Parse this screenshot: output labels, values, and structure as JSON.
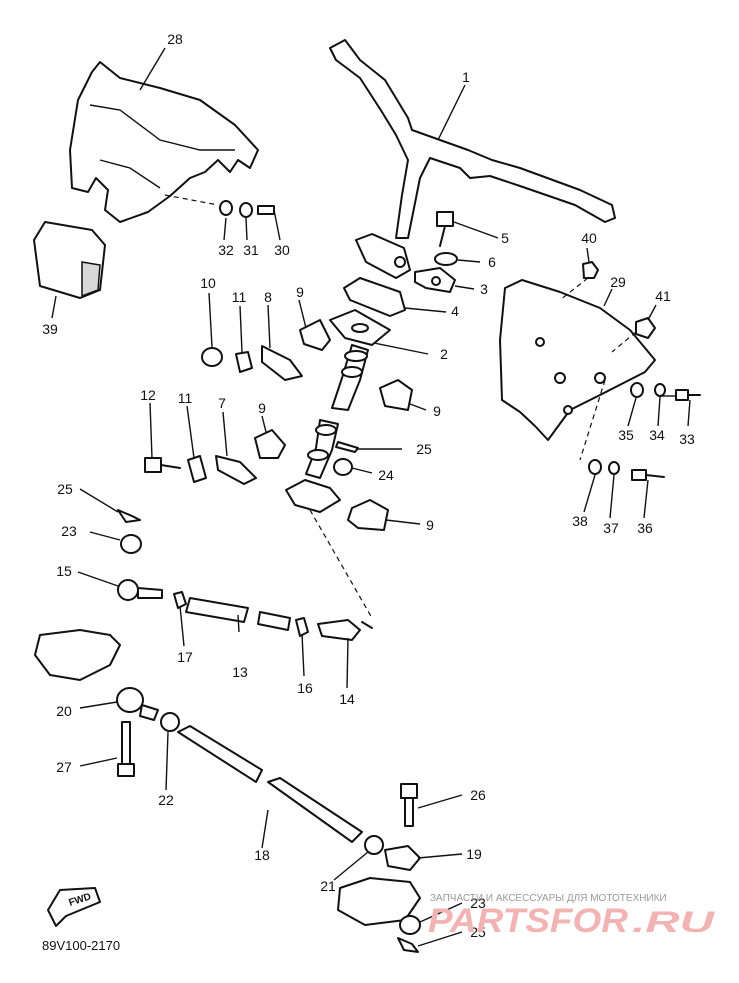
{
  "diagram": {
    "reference_code": "89V100-2170",
    "direction_label": "FWD",
    "watermark": {
      "caption": "ЗАПЧАСТИ И АКСЕССУАРЫ ДЛЯ МОТОТЕХНИКИ",
      "brand": "PARTSFOR",
      "tld": ".RU"
    },
    "callouts": [
      {
        "id": "c28",
        "label": "28"
      },
      {
        "id": "c1",
        "label": "1"
      },
      {
        "id": "c32",
        "label": "32"
      },
      {
        "id": "c31",
        "label": "31"
      },
      {
        "id": "c30",
        "label": "30"
      },
      {
        "id": "c5",
        "label": "5"
      },
      {
        "id": "c40",
        "label": "40"
      },
      {
        "id": "c6",
        "label": "6"
      },
      {
        "id": "c3",
        "label": "3"
      },
      {
        "id": "c29",
        "label": "29"
      },
      {
        "id": "c39",
        "label": "39"
      },
      {
        "id": "c10",
        "label": "10"
      },
      {
        "id": "c11a",
        "label": "11"
      },
      {
        "id": "c8",
        "label": "8"
      },
      {
        "id": "c9a",
        "label": "9"
      },
      {
        "id": "c4",
        "label": "4"
      },
      {
        "id": "c41",
        "label": "41"
      },
      {
        "id": "c2",
        "label": "2"
      },
      {
        "id": "c12",
        "label": "12"
      },
      {
        "id": "c11b",
        "label": "11"
      },
      {
        "id": "c7",
        "label": "7"
      },
      {
        "id": "c9b",
        "label": "9"
      },
      {
        "id": "c9c",
        "label": "9"
      },
      {
        "id": "c33",
        "label": "33"
      },
      {
        "id": "c35",
        "label": "35"
      },
      {
        "id": "c34",
        "label": "34"
      },
      {
        "id": "c25a",
        "label": "25"
      },
      {
        "id": "c24",
        "label": "24"
      },
      {
        "id": "c38",
        "label": "38"
      },
      {
        "id": "c37",
        "label": "37"
      },
      {
        "id": "c36",
        "label": "36"
      },
      {
        "id": "c25b",
        "label": "25"
      },
      {
        "id": "c9d",
        "label": "9"
      },
      {
        "id": "c23a",
        "label": "23"
      },
      {
        "id": "c15",
        "label": "15"
      },
      {
        "id": "c17",
        "label": "17"
      },
      {
        "id": "c13",
        "label": "13"
      },
      {
        "id": "c16",
        "label": "16"
      },
      {
        "id": "c14",
        "label": "14"
      },
      {
        "id": "c20",
        "label": "20"
      },
      {
        "id": "c27",
        "label": "27"
      },
      {
        "id": "c22",
        "label": "22"
      },
      {
        "id": "c26",
        "label": "26"
      },
      {
        "id": "c18",
        "label": "18"
      },
      {
        "id": "c19",
        "label": "19"
      },
      {
        "id": "c21",
        "label": "21"
      },
      {
        "id": "c23b",
        "label": "23"
      },
      {
        "id": "c25c",
        "label": "25"
      }
    ]
  }
}
